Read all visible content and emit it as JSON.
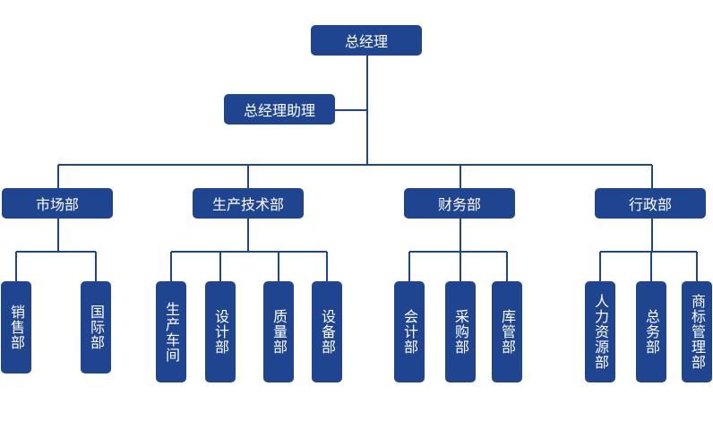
{
  "org": {
    "ceo": "总经理",
    "assistant": "总经理助理",
    "departments": [
      {
        "name": "市场部",
        "subs": [
          "销售部",
          "国际部"
        ]
      },
      {
        "name": "生产技术部",
        "subs": [
          "生产车间",
          "设计部",
          "质量部",
          "设备部"
        ]
      },
      {
        "name": "财务部",
        "subs": [
          "会计部",
          "采购部",
          "库管部"
        ]
      },
      {
        "name": "行政部",
        "subs": [
          "人力资源部",
          "总务部",
          "商标管理部"
        ]
      }
    ]
  },
  "colors": {
    "box": "#1f4591",
    "line": "#1f4591",
    "text": "#ffffff"
  }
}
